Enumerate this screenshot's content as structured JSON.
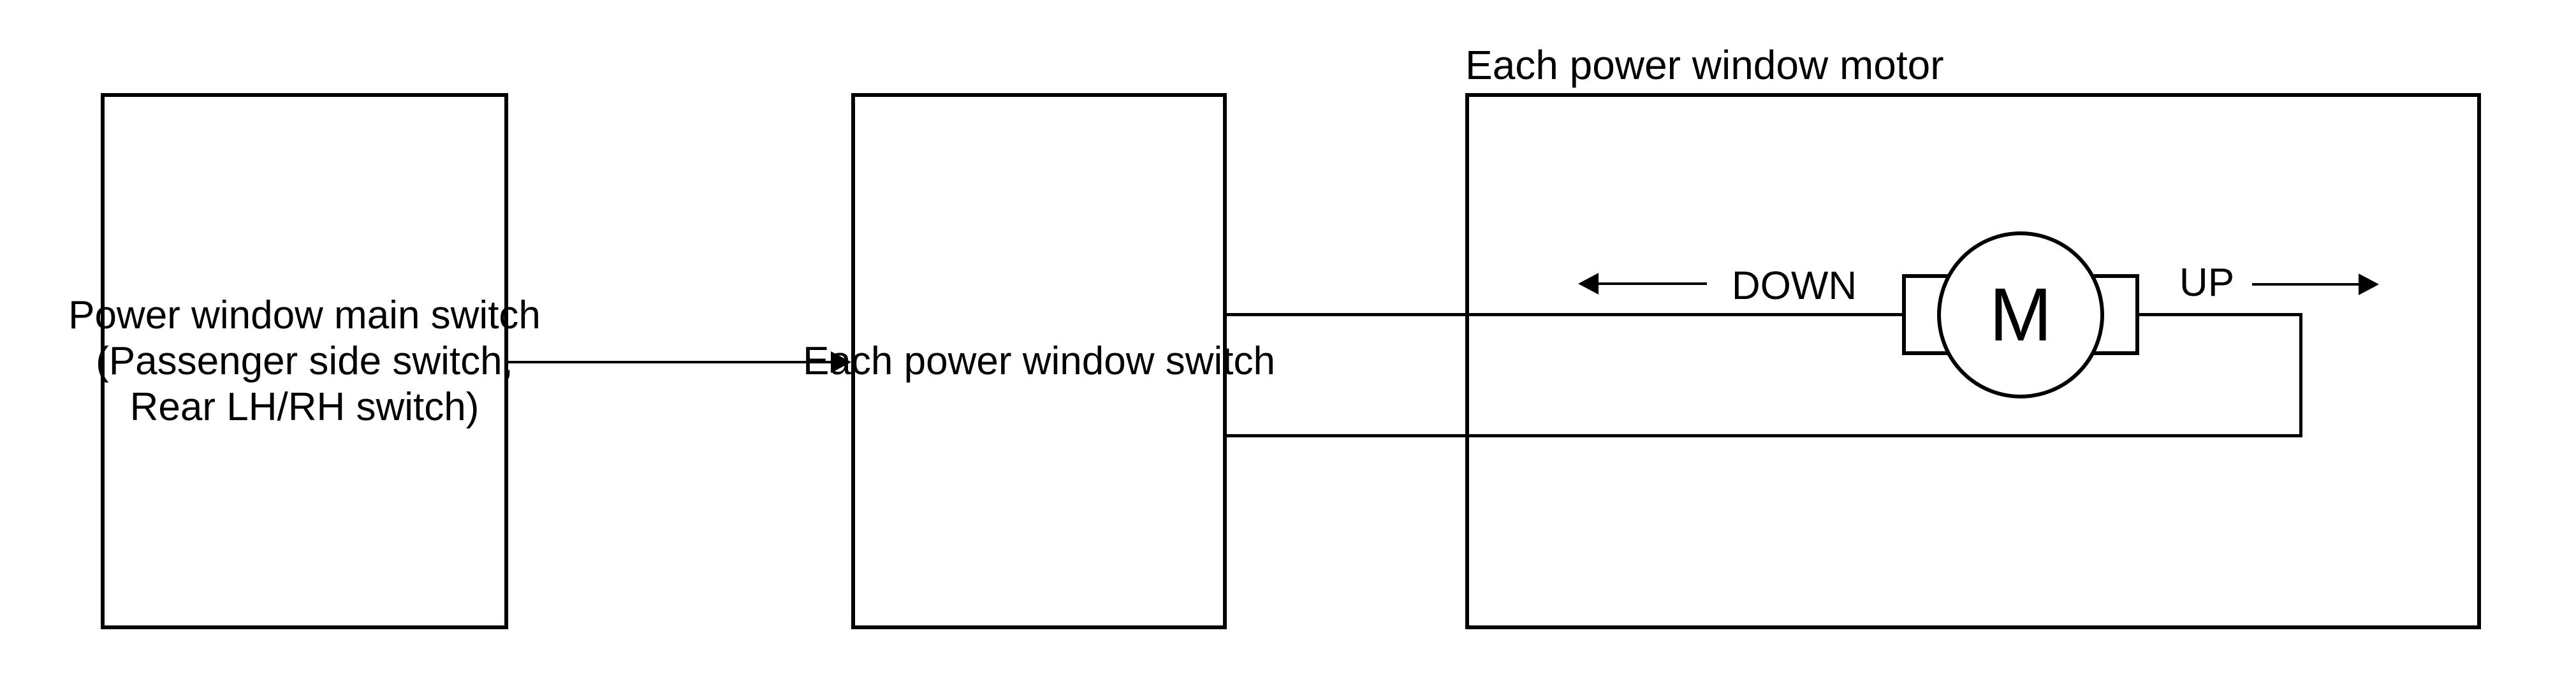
{
  "diagram": {
    "colors": {
      "stroke": "#000000",
      "background": "#ffffff"
    },
    "main_switch_box": {
      "line1": "Power window main switch",
      "line2": "(Passenger side switch,",
      "line3": "Rear LH/RH switch)"
    },
    "each_switch_box": {
      "label": "Each power window switch"
    },
    "motor_box": {
      "title": "Each power window motor"
    },
    "motor": {
      "letter": "M"
    },
    "down_label": "DOWN",
    "up_label": "UP"
  }
}
